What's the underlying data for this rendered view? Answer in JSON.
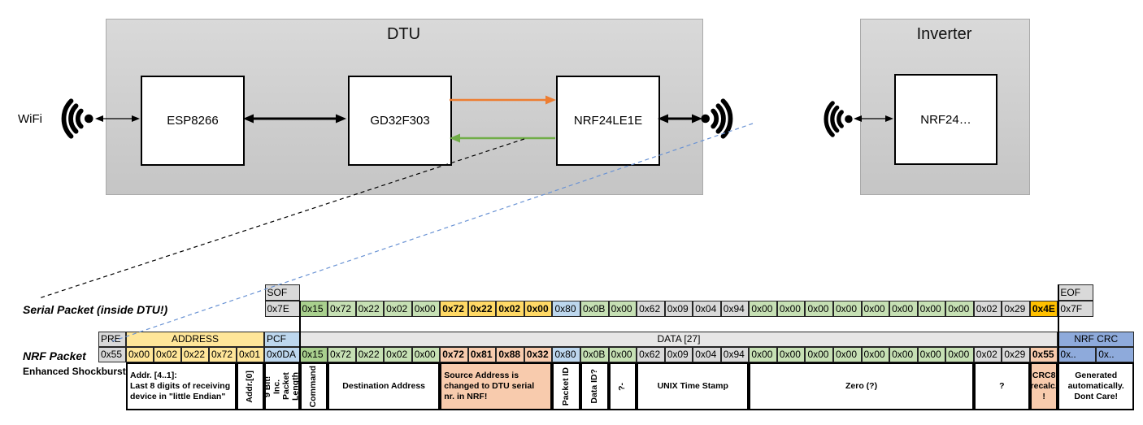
{
  "diagram": {
    "wifi_label": "WiFi",
    "dtu": {
      "title": "DTU",
      "chips": [
        {
          "label": "ESP8266"
        },
        {
          "label": "GD32F303"
        },
        {
          "label": "NRF24LE1E"
        }
      ]
    },
    "inverter": {
      "title": "Inverter",
      "chip": "NRF24…"
    },
    "colors": {
      "orange_arrow": "#ED7D31",
      "green_arrow": "#70AD47",
      "blue_dashed": "#6A93D4",
      "black": "#000000"
    }
  },
  "serial_packet": {
    "label": "Serial Packet (inside DTU!)",
    "sof": {
      "header": "SOF",
      "value": "0x7E"
    },
    "eof": {
      "header": "EOF",
      "value": "0x7F"
    },
    "bytes": [
      {
        "v": "0x15",
        "c": "dgreen"
      },
      {
        "v": "0x72",
        "c": "green"
      },
      {
        "v": "0x22",
        "c": "green"
      },
      {
        "v": "0x02",
        "c": "green"
      },
      {
        "v": "0x00",
        "c": "green"
      },
      {
        "v": "0x72",
        "c": "gold"
      },
      {
        "v": "0x22",
        "c": "gold"
      },
      {
        "v": "0x02",
        "c": "gold"
      },
      {
        "v": "0x00",
        "c": "gold"
      },
      {
        "v": "0x80",
        "c": "blue"
      },
      {
        "v": "0x0B",
        "c": "green"
      },
      {
        "v": "0x00",
        "c": "green"
      },
      {
        "v": "0x62",
        "c": "gray"
      },
      {
        "v": "0x09",
        "c": "gray"
      },
      {
        "v": "0x04",
        "c": "gray"
      },
      {
        "v": "0x94",
        "c": "gray"
      },
      {
        "v": "0x00",
        "c": "green"
      },
      {
        "v": "0x00",
        "c": "green"
      },
      {
        "v": "0x00",
        "c": "green"
      },
      {
        "v": "0x00",
        "c": "green"
      },
      {
        "v": "0x00",
        "c": "green"
      },
      {
        "v": "0x00",
        "c": "green"
      },
      {
        "v": "0x00",
        "c": "green"
      },
      {
        "v": "0x00",
        "c": "green"
      },
      {
        "v": "0x02",
        "c": "gray"
      },
      {
        "v": "0x29",
        "c": "gray"
      },
      {
        "v": "0x4E",
        "c": "amber"
      }
    ]
  },
  "nrf_packet": {
    "label": "NRF Packet",
    "sublabel": "Enhanced Shockburst",
    "pre": {
      "header": "PRE",
      "value": "0x55"
    },
    "address": {
      "header": "ADDRESS",
      "values": [
        "0x00",
        "0x02",
        "0x22",
        "0x72",
        "0x01"
      ]
    },
    "pcf": {
      "header": "PCF",
      "value": "0x0DA"
    },
    "data_header": "DATA [27]",
    "bytes": [
      {
        "v": "0x15",
        "c": "dgreen"
      },
      {
        "v": "0x72",
        "c": "green"
      },
      {
        "v": "0x22",
        "c": "green"
      },
      {
        "v": "0x02",
        "c": "green"
      },
      {
        "v": "0x00",
        "c": "green"
      },
      {
        "v": "0x72",
        "c": "salmon"
      },
      {
        "v": "0x81",
        "c": "salmon"
      },
      {
        "v": "0x88",
        "c": "salmon"
      },
      {
        "v": "0x32",
        "c": "salmon"
      },
      {
        "v": "0x80",
        "c": "blue"
      },
      {
        "v": "0x0B",
        "c": "green"
      },
      {
        "v": "0x00",
        "c": "green"
      },
      {
        "v": "0x62",
        "c": "gray"
      },
      {
        "v": "0x09",
        "c": "gray"
      },
      {
        "v": "0x04",
        "c": "gray"
      },
      {
        "v": "0x94",
        "c": "gray"
      },
      {
        "v": "0x00",
        "c": "green"
      },
      {
        "v": "0x00",
        "c": "green"
      },
      {
        "v": "0x00",
        "c": "green"
      },
      {
        "v": "0x00",
        "c": "green"
      },
      {
        "v": "0x00",
        "c": "green"
      },
      {
        "v": "0x00",
        "c": "green"
      },
      {
        "v": "0x00",
        "c": "green"
      },
      {
        "v": "0x00",
        "c": "green"
      },
      {
        "v": "0x02",
        "c": "gray"
      },
      {
        "v": "0x29",
        "c": "gray"
      },
      {
        "v": "0x55",
        "c": "salmon"
      }
    ],
    "crc": {
      "header": "NRF CRC",
      "values": [
        "0x..",
        "0x.."
      ]
    },
    "annotations": [
      {
        "text": "Addr. [4..1]:\nLast 8 digits of receiving\ndevice in \"little Endian\"",
        "col": 1,
        "span": 4,
        "bg": "white",
        "align": "left",
        "rot": false
      },
      {
        "text": "Addr.[0]",
        "col": 5,
        "span": 1,
        "bg": "white",
        "rot": true
      },
      {
        "text": "9 Bit!\nInc. Packet\nLength",
        "col": 6,
        "span": 1,
        "bg": "white",
        "rot": true
      },
      {
        "text": "Command",
        "col": 7,
        "span": 1,
        "bg": "white",
        "rot": true
      },
      {
        "text": "Destination Address",
        "col": 8,
        "span": 4,
        "bg": "white",
        "align": "center",
        "rot": false
      },
      {
        "text": "Source Address is\nchanged to DTU serial\nnr. in NRF!",
        "col": 12,
        "span": 4,
        "bg": "salmon",
        "align": "left",
        "rot": false
      },
      {
        "text": "Packet ID",
        "col": 16,
        "span": 1,
        "bg": "white",
        "rot": true
      },
      {
        "text": "Data ID?",
        "col": 17,
        "span": 1,
        "bg": "white",
        "rot": true
      },
      {
        "text": "?-",
        "col": 18,
        "span": 1,
        "bg": "white",
        "rot": true
      },
      {
        "text": "UNIX Time Stamp",
        "col": 19,
        "span": 4,
        "bg": "white",
        "align": "center",
        "rot": false
      },
      {
        "text": "Zero (?)",
        "col": 23,
        "span": 8,
        "bg": "white",
        "align": "center",
        "rot": false
      },
      {
        "text": "?",
        "col": 31,
        "span": 2,
        "bg": "white",
        "align": "center",
        "rot": false
      },
      {
        "text": "CRC8\nrecalc.\n!",
        "col": 33,
        "span": 1,
        "bg": "salmon",
        "align": "center",
        "rot": false
      },
      {
        "text": "Generated\nautomatically.\nDont Care!",
        "col": 34,
        "span": 2,
        "bg": "white",
        "align": "center",
        "rot": false
      }
    ]
  }
}
